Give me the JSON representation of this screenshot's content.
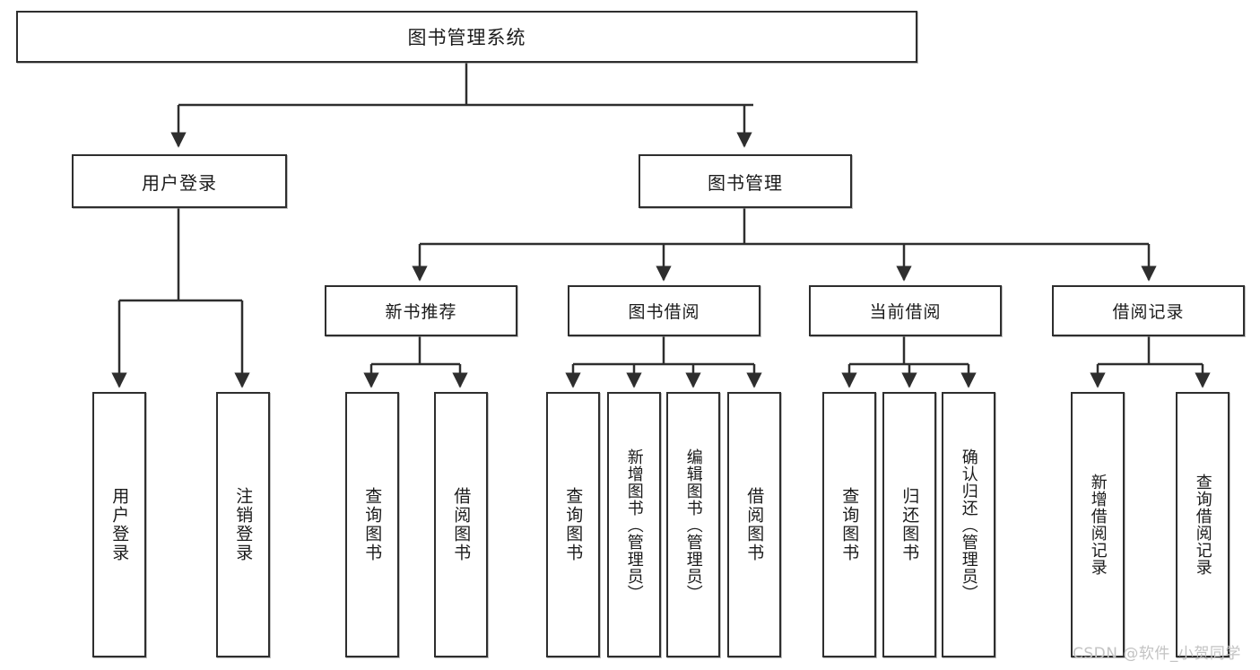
{
  "diagram": {
    "type": "tree",
    "title": "图书管理系统",
    "root": {
      "label": "图书管理系统"
    },
    "level2": [
      {
        "label": "用户登录"
      },
      {
        "label": "图书管理"
      }
    ],
    "level3": [
      {
        "label": "新书推荐"
      },
      {
        "label": "图书借阅"
      },
      {
        "label": "当前借阅"
      },
      {
        "label": "借阅记录"
      }
    ],
    "leaves": {
      "user_login": [
        {
          "label": "用户登录"
        },
        {
          "label": "注销登录"
        }
      ],
      "new_book_recommend": [
        {
          "label": "查询图书"
        },
        {
          "label": "借阅图书"
        }
      ],
      "book_borrow": [
        {
          "label": "查询图书"
        },
        {
          "label": "新增图书（管理员）"
        },
        {
          "label": "编辑图书（管理员）"
        },
        {
          "label": "借阅图书"
        }
      ],
      "current_borrow": [
        {
          "label": "查询图书"
        },
        {
          "label": "归还图书"
        },
        {
          "label": "确认归还（管理员）"
        }
      ],
      "borrow_record": [
        {
          "label": "新增借阅记录"
        },
        {
          "label": "查询借阅记录"
        }
      ]
    }
  },
  "watermark": {
    "text": "CSDN @软件_小贺同学"
  },
  "colors": {
    "border": "#2e2e2e",
    "fill": "#ffffff",
    "text": "#1b1b1b",
    "watermark": "#c3c3c3"
  }
}
